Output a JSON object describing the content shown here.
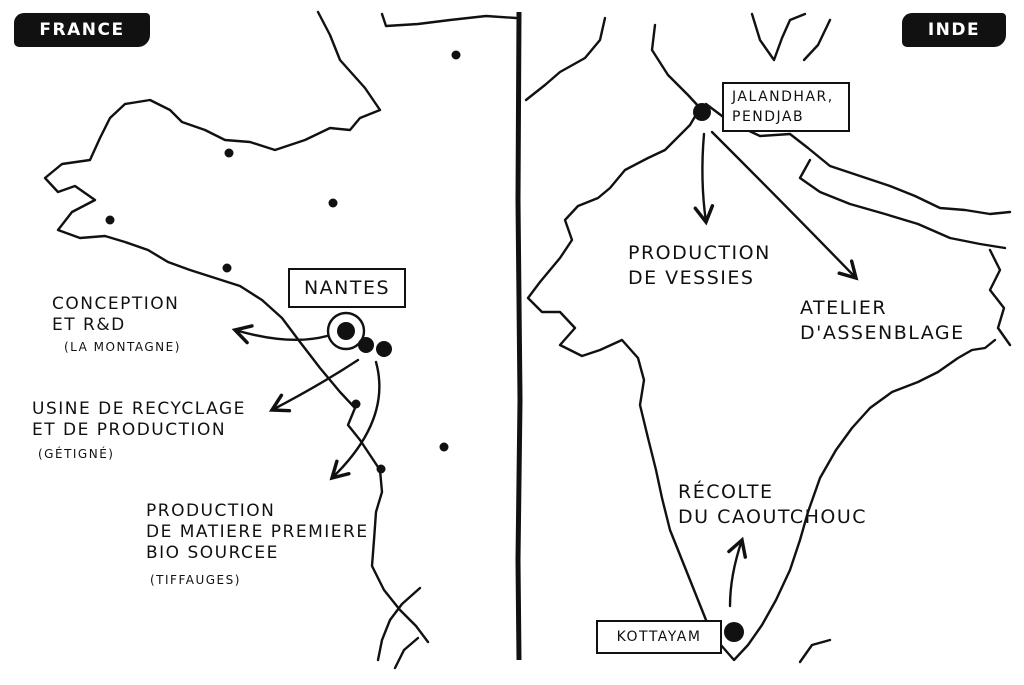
{
  "left_panel": {
    "region_tag": "FRANCE",
    "city_box": "NANTES",
    "sites": [
      {
        "title": [
          "CONCEPTION",
          "ET R&D"
        ],
        "detail": "(LA MONTAGNE)"
      },
      {
        "title": [
          "USINE DE RECYCLAGE",
          "ET DE PRODUCTION"
        ],
        "detail": "(GÉTIGNÉ)"
      },
      {
        "title": [
          "PRODUCTION",
          "DE MATIERE PREMIERE",
          "BIO SOURCEE"
        ],
        "detail": "(TIFFAUGES)"
      }
    ]
  },
  "right_panel": {
    "region_tag": "INDE",
    "north_box": [
      "JALANDHAR,",
      "PENDJAB"
    ],
    "south_box": "KOTTAYAM",
    "steps": [
      {
        "label": [
          "PRODUCTION",
          "DE VESSIES"
        ]
      },
      {
        "label": [
          "ATELIER",
          "D'ASSENBLAGE"
        ]
      },
      {
        "label": [
          "RÉCOLTE",
          "DU CAOUTCHOUC"
        ]
      }
    ]
  },
  "colors": {
    "ink": "#111111",
    "paper": "#ffffff"
  }
}
